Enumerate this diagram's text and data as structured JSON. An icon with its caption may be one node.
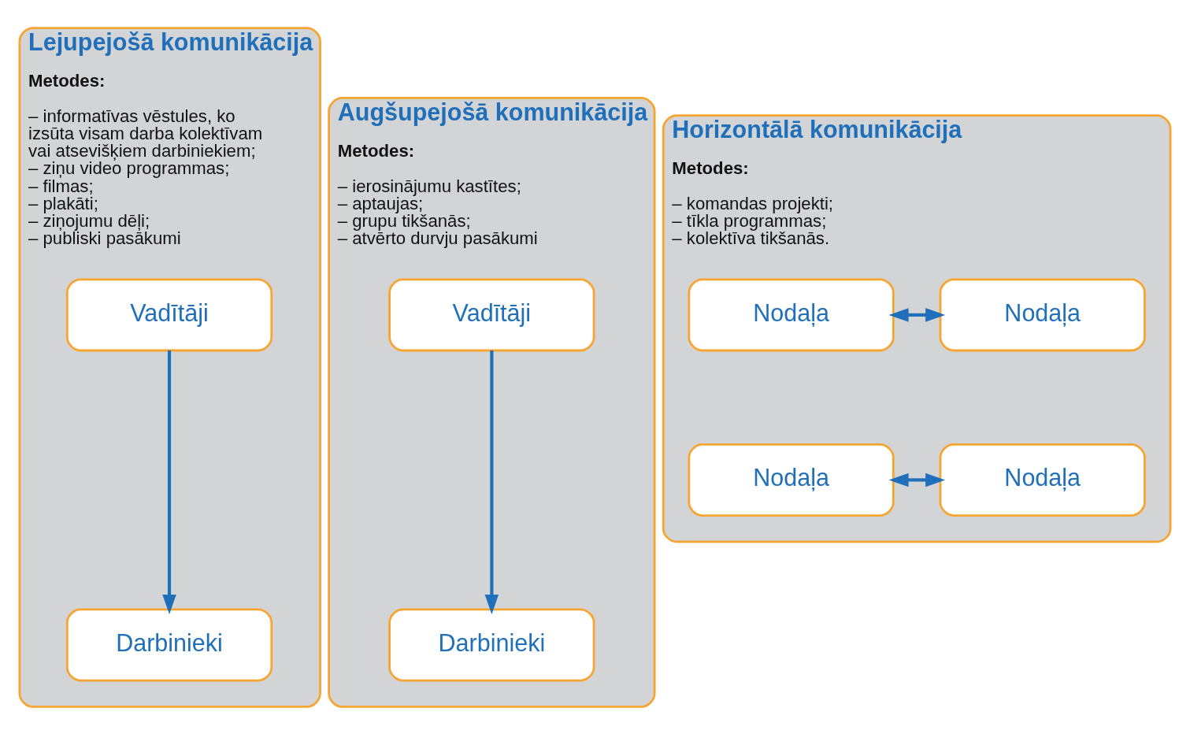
{
  "diagram": {
    "nodes": [
      {
        "text": [
          "Lejupejošā komunikācija",
          "Metodes:",
          "– informatīvas vēstules, ko izsūta visam darba kolektīvam vai atsevišķiem darbiniekiem;",
          "– ziņu video programmas;",
          "– filmas;",
          "– plakāti;",
          "– ziņojumu dēļi;",
          "– publiski pasākumi"
        ]
      },
      {
        "text": [
          "Vadītāji"
        ],
        "in": 0
      },
      {
        "text": [
          "Darbinieki"
        ],
        "in": 0
      },
      {
        "text": [
          "Augšupejošā komunikācija",
          "Metodes:",
          "– ierosinājumu kastītes;",
          "– aptaujas;",
          "– grupu tikšanās;",
          "– atvērto durvju pasākumi"
        ]
      },
      {
        "text": [
          "Vadītāji"
        ],
        "in": 3
      },
      {
        "text": [
          "Darbinieki"
        ],
        "in": 3
      },
      {
        "text": [
          "Horizontālā komunikācija",
          "Metodes:",
          "– komandas projekti;",
          "– tīkla programmas;",
          "– kolektīva tikšanās."
        ]
      },
      {
        "text": [
          "Nodaļa"
        ],
        "in": 6
      },
      {
        "text": [
          "Nodaļa"
        ],
        "in": 6
      },
      {
        "text": [
          "Nodaļa"
        ],
        "in": 6
      },
      {
        "text": [
          "Nodaļa"
        ],
        "in": 6
      }
    ],
    "edges": [
      {
        "from": 1,
        "to": 2,
        "arrow": "to"
      },
      {
        "from": 4,
        "to": 5,
        "arrow": "to"
      },
      {
        "from": 7,
        "to": 8,
        "arrow": "both"
      },
      {
        "from": 9,
        "to": 10,
        "arrow": "both"
      }
    ]
  }
}
